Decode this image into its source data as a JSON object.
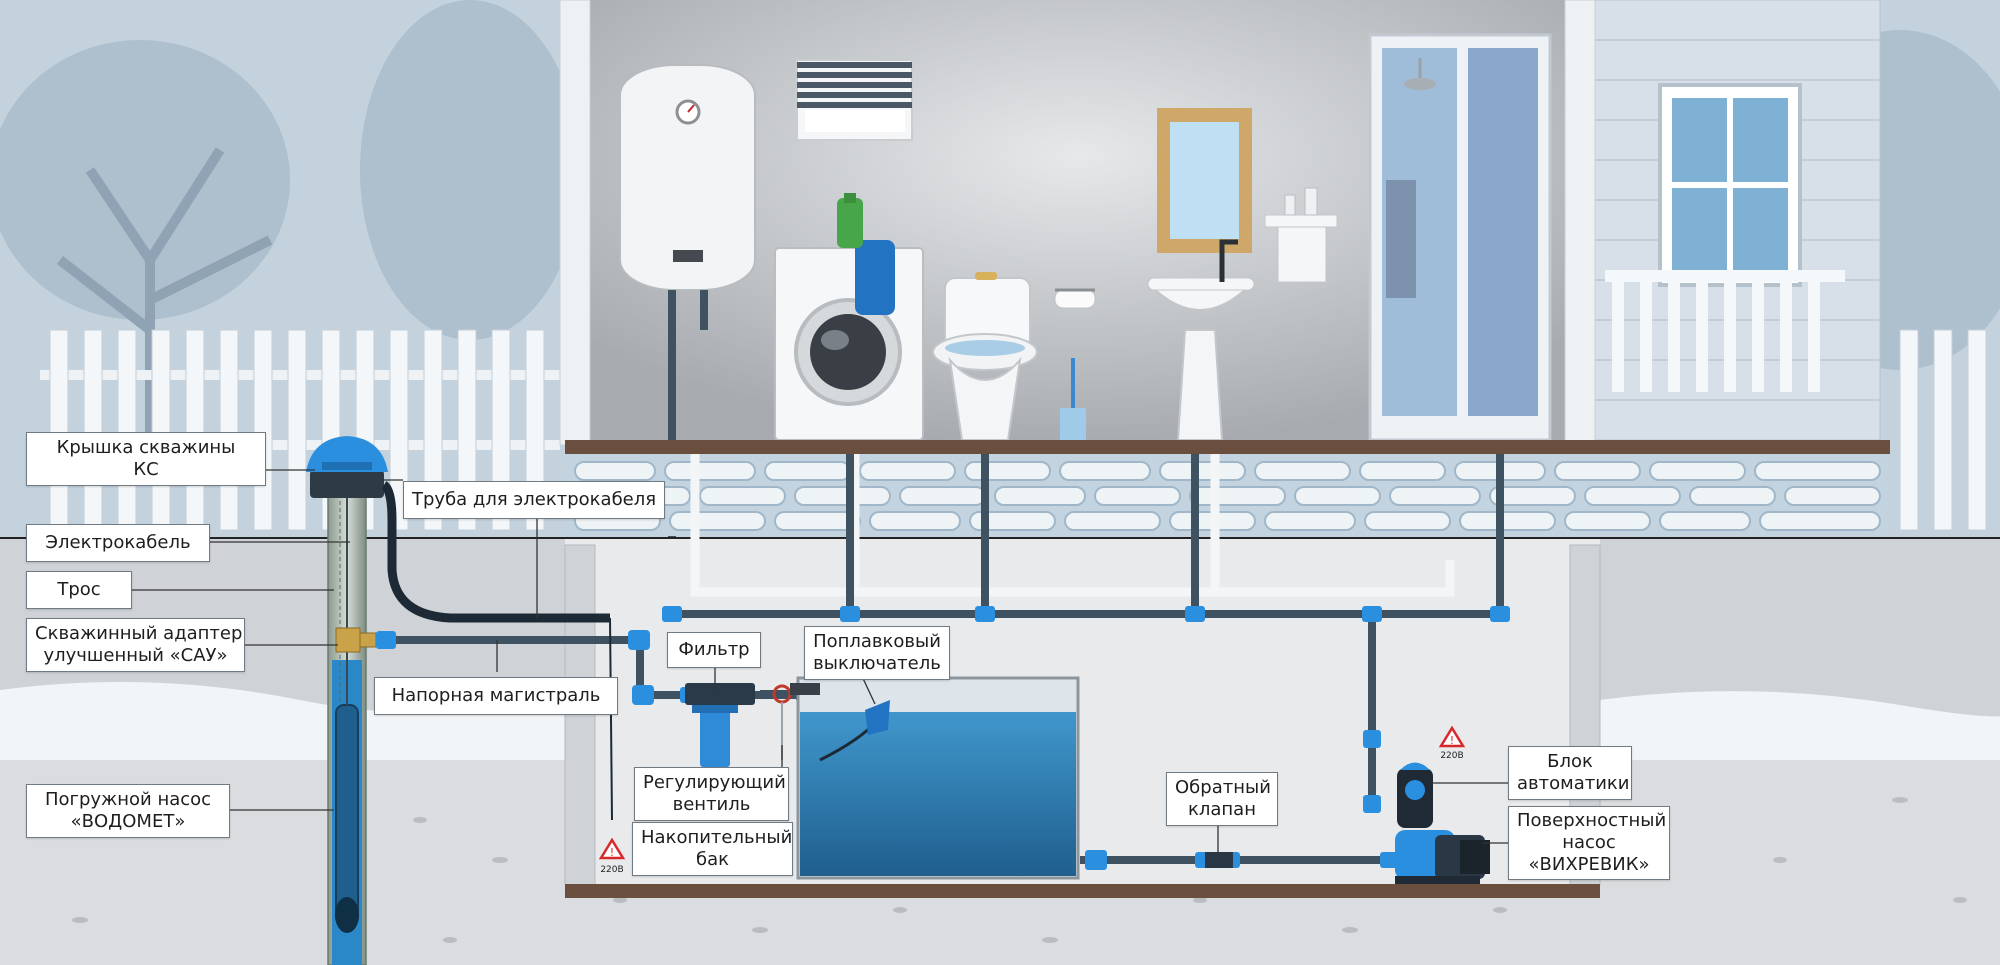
{
  "colors": {
    "pipe_blue": "#1f6fb3",
    "pipe_dark": "#3a4b5a",
    "fitting_blue": "#2b8fe0",
    "water": "#2d7fb4",
    "sky": "#c4d2de",
    "ground": "#d7dadd",
    "soil": "#cbcfd3",
    "floor_brown": "#6b4f3e",
    "warning": "#d9282a"
  },
  "labels": {
    "well_cap": [
      "Крышка скважины",
      "КС"
    ],
    "electric_cable": "Электрокабель",
    "cable_pipe": "Труба для электрокабеля",
    "rope": "Трос",
    "well_adapter": [
      "Скважинный адаптер",
      "улучшенный «САУ»"
    ],
    "pressure_main": "Напорная магистраль",
    "filter": "Фильтр",
    "float_switch": [
      "Поплавковый",
      "выключатель"
    ],
    "regulating_valve": [
      "Регулирующий",
      "вентиль"
    ],
    "storage_tank": [
      "Накопительный",
      "бак"
    ],
    "submersible_pump": [
      "Погружной насос",
      "«ВОДОМЕТ»"
    ],
    "check_valve": [
      "Обратный",
      "клапан"
    ],
    "automation_unit": [
      "Блок",
      "автоматики"
    ],
    "surface_pump": [
      "Поверхностный",
      "насос",
      "«ВИХРЕВИК»"
    ]
  },
  "warning_sign_text": "220В"
}
